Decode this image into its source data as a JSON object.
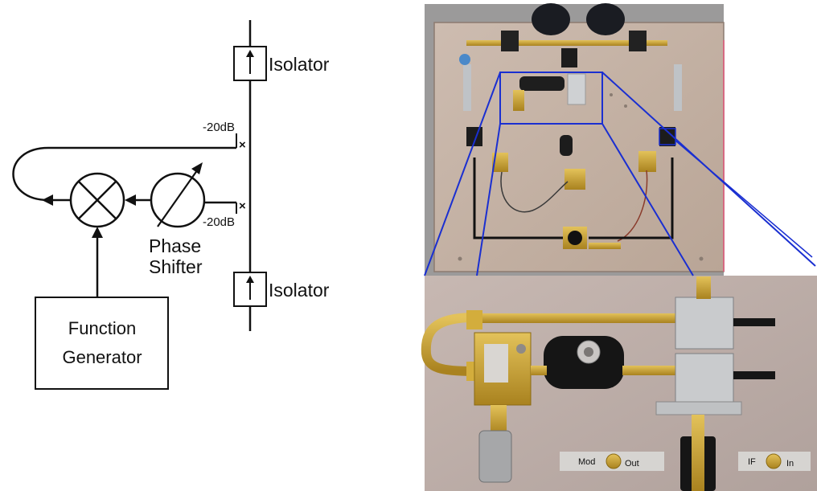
{
  "schematic": {
    "isolator_top": "Isolator",
    "isolator_bottom": "Isolator",
    "coupler_top": "-20dB",
    "coupler_bottom": "-20dB",
    "phase_shifter_line1": "Phase",
    "phase_shifter_line2": "Shifter",
    "function_generator_line1": "Function",
    "function_generator_line2": "Generator"
  },
  "photo_labels": {
    "mod": "Mod",
    "out": "Out",
    "if": "IF",
    "in": "In"
  },
  "colors": {
    "zoom_line": "#1a2fd1",
    "board": "#c9b6a8",
    "brass": "#c8a23a",
    "line": "#111111"
  }
}
